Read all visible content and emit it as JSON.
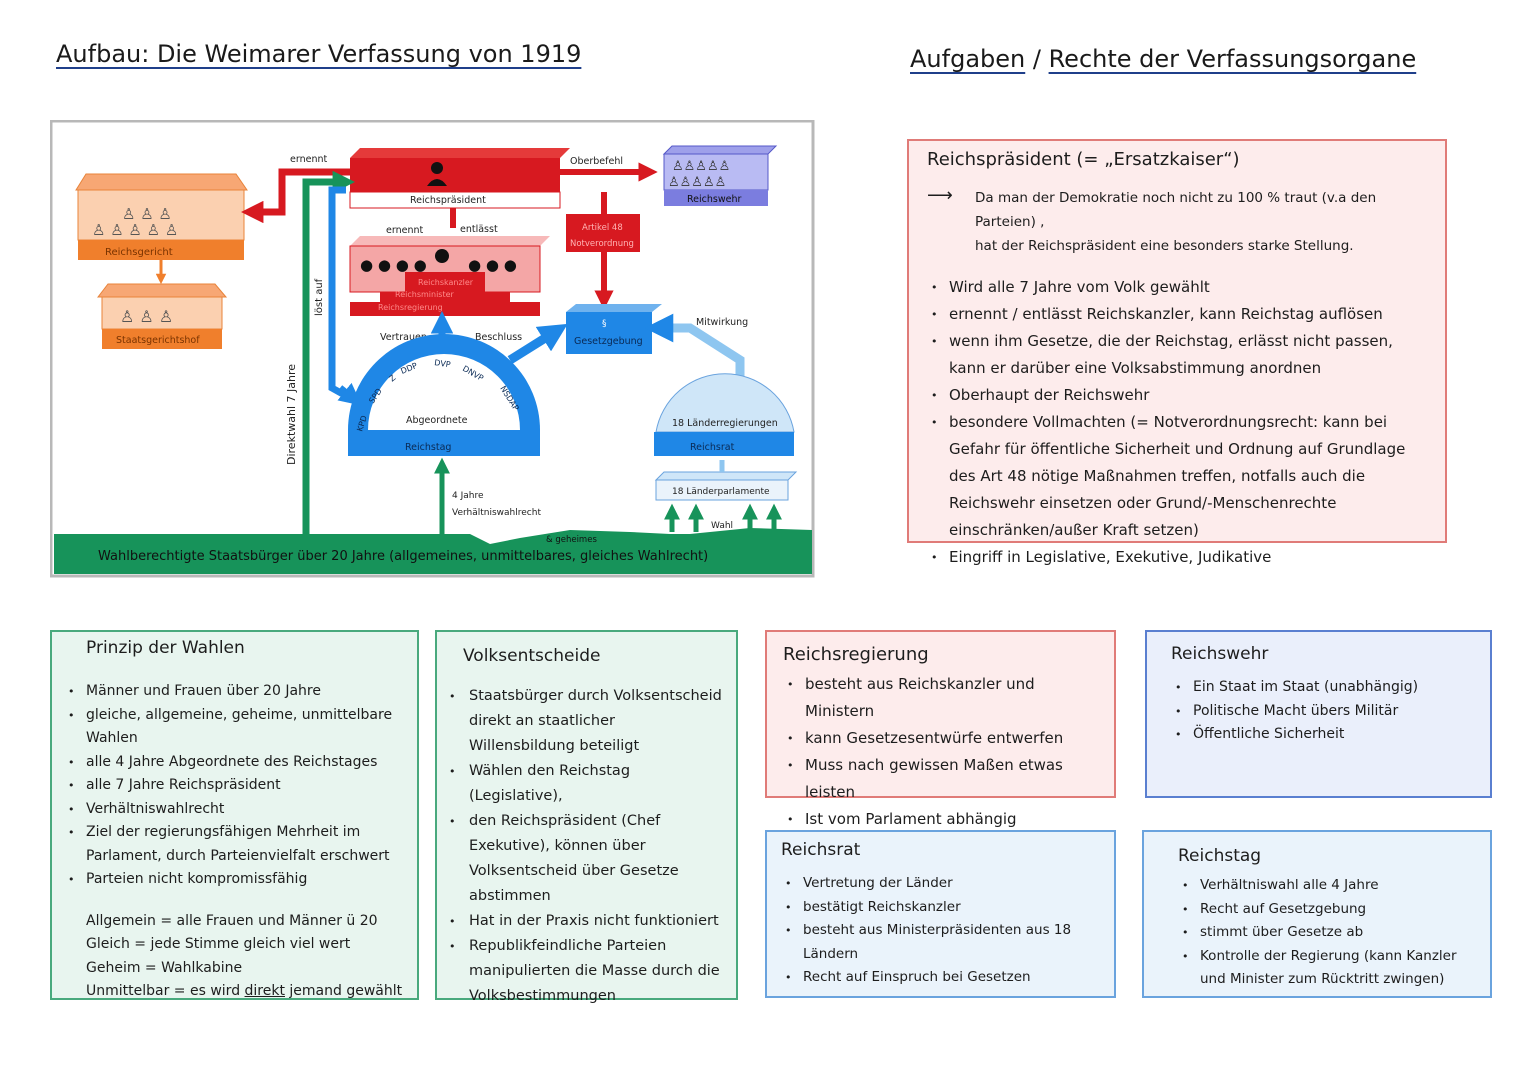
{
  "left_title": "Aufbau: Die Weimarer Verfassung von 1919",
  "right_title": {
    "part1": "Aufgaben",
    "sep": " / ",
    "part2": "Rechte der Verfassungsorgane"
  },
  "diagram": {
    "labels": {
      "reichsgericht": "Reichsgericht",
      "staatsgerichtshof": "Staatsgerichtshof",
      "reichspraesident": "Reichspräsident",
      "reichswehr": "Reichswehr",
      "ernennt_top": "ernennt",
      "oberbefehl": "Oberbefehl",
      "ernennt": "ernennt",
      "entlaesst": "entlässt",
      "artikel48_1": "Artikel 48",
      "artikel48_2": "Notverordnung",
      "reichskanzler": "Reichskanzler",
      "reichsminister": "Reichsminister",
      "reichsregierung": "Reichsregierung",
      "loest_auf": "löst auf",
      "direktwahl": "Direktwahl 7 Jahre",
      "vertrauen": "Vertrauen",
      "beschluss": "Beschluss",
      "gesetzgebung_sym": "§",
      "gesetzgebung": "Gesetzgebung",
      "mitwirkung": "Mitwirkung",
      "abgeordnete": "Abgeordnete",
      "reichstag": "Reichstag",
      "laenderregierungen": "18 Länderregierungen",
      "reichsrat": "Reichsrat",
      "laenderparlamente": "18 Länderparlamente",
      "vier_jahre": "4 Jahre",
      "verhaeltniswahlrecht": "Verhältniswahlrecht",
      "wahl": "Wahl",
      "geheimes": "& geheimes",
      "wahlberechtigte": "Wahlberechtigte Staatsbürger über 20 Jahre (allgemeines, unmittelbares, gleiches Wahlrecht)"
    },
    "parties": [
      "KPD",
      "SPD",
      "Z",
      "DDP",
      "DVP",
      "DNVP",
      "NSDAP"
    ],
    "colors": {
      "red": "#d71920",
      "orange": "#f07f2c",
      "blue": "#1f87e6",
      "lightblue": "#8ec6f0",
      "green": "#17935a",
      "purple": "#7b7ddf",
      "pink": "#f4a6a6"
    }
  },
  "reichspraesident_box": {
    "heading": "Reichspräsident (= „Ersatzkaiser“)",
    "intro_line1": "Da man der Demokratie noch nicht zu 100 % traut (v.a den Parteien) ,",
    "intro_line2": "hat der Reichspräsident eine besonders starke Stellung.",
    "items": [
      "Wird alle 7 Jahre vom Volk gewählt",
      "ernennt / entlässt Reichskanzler, kann Reichstag auflösen",
      "wenn ihm Gesetze, die der Reichstag, erlässt nicht passen, kann er darüber eine Volksabstimmung anordnen",
      "Oberhaupt der Reichswehr",
      "besondere Vollmachten (= Notverordnungsrecht: kann bei Gefahr für öffentliche Sicherheit und Ordnung auf Grundlage des Art 48 nötige Maßnahmen treffen, notfalls auch die Reichswehr einsetzen oder Grund/-Menschenrechte einschränken/außer Kraft setzen)",
      "Eingriff in Legislative, Exekutive, Judikative"
    ]
  },
  "wahlen_box": {
    "heading": "Prinzip der Wahlen",
    "items": [
      "Männer und Frauen über 20 Jahre",
      "gleiche, allgemeine, geheime, unmittelbare Wahlen",
      "alle 4 Jahre Abgeordnete des Reichstages",
      "alle 7 Jahre Reichspräsident",
      "Verhältniswahlrecht",
      "Ziel der regierungsfähigen Mehrheit im Parlament, durch Parteienvielfalt erschwert",
      "Parteien nicht kompromissfähig"
    ],
    "definitions": [
      "Allgemein = alle Frauen und Männer ü 20",
      "Gleich = jede Stimme gleich viel wert",
      "Geheim = Wahlkabine"
    ],
    "def_last_pre": "Unmittelbar = es wird ",
    "def_last_underlined": "direkt",
    "def_last_post": " jemand gewählt"
  },
  "volksentscheide_box": {
    "heading": "Volksentscheide",
    "items": [
      "Staatsbürger durch Volksentscheid direkt an staatlicher Willensbildung beteiligt",
      "Wählen den Reichstag (Legislative),",
      "den Reichspräsident (Chef Exekutive), können über Volksentscheid über Gesetze abstimmen",
      "Hat in der Praxis nicht funktioniert",
      "Republikfeindliche Parteien manipulierten die Masse durch die Volksbestimmungen"
    ]
  },
  "reichsregierung_box": {
    "heading": "Reichsregierung",
    "items": [
      "besteht aus Reichskanzler und Ministern",
      "kann Gesetzesentwürfe entwerfen",
      "Muss nach gewissen Maßen etwas leisten",
      "Ist vom Parlament abhängig"
    ]
  },
  "reichswehr_box": {
    "heading": "Reichswehr",
    "items": [
      "Ein Staat im Staat (unabhängig)",
      "Politische Macht übers Militär",
      "Öffentliche Sicherheit"
    ]
  },
  "reichsrat_box": {
    "heading": "Reichsrat",
    "items": [
      "Vertretung der Länder",
      "bestätigt Reichskanzler",
      "besteht aus Ministerpräsidenten aus 18 Ländern",
      "Recht auf Einspruch bei Gesetzen"
    ]
  },
  "reichstag_box": {
    "heading": "Reichstag",
    "items": [
      "Verhältniswahl alle 4 Jahre",
      "Recht auf Gesetzgebung",
      "stimmt über Gesetze ab",
      "Kontrolle der Regierung (kann Kanzler und Minister zum Rücktritt zwingen)"
    ]
  }
}
